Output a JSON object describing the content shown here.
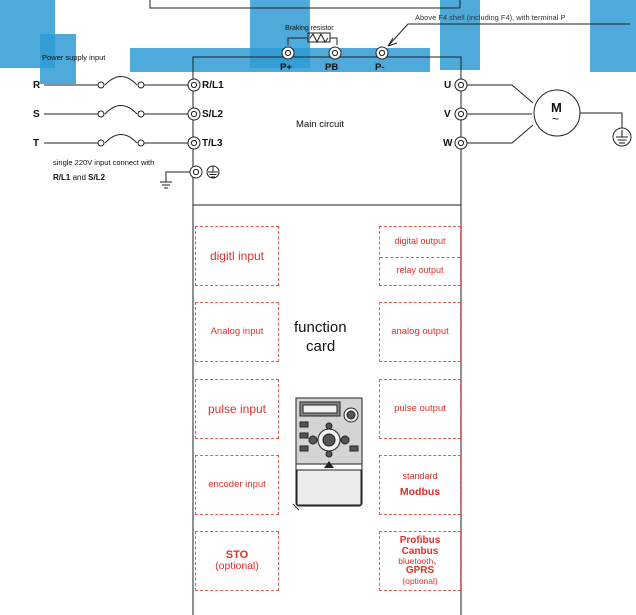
{
  "power_input": {
    "label": "Power supply input",
    "phases": [
      "R",
      "S",
      "T"
    ],
    "terminals": [
      "R/L1",
      "S/L2",
      "T/L3"
    ],
    "note_line1": "single 220V input connect with",
    "note_l1": "R/L1",
    "note_and": " and ",
    "note_l2": "S/L2"
  },
  "braking": {
    "label": "Braking resistor",
    "terminals": [
      "P+",
      "PB",
      "P-"
    ],
    "note": "Above F4 shell (including F4), with terminal P"
  },
  "main_circuit": {
    "label": "Main  circuit"
  },
  "motor": {
    "terminals": [
      "U",
      "V",
      "W"
    ],
    "symbol": "M",
    "tilde": "~"
  },
  "function_card": {
    "line1": "function",
    "line2": "card"
  },
  "left_modules": {
    "digital_input": "digitl  input",
    "analog_input": "Analog input",
    "pulse_input": "pulse  input",
    "encoder_input": "encoder input",
    "sto": "STO",
    "sto_optional": "(optional)"
  },
  "right_modules": {
    "digital_output": "digital  output",
    "relay_output": "relay  output",
    "analog_output": "analog  output",
    "pulse_output": "pulse  output",
    "standard": "standard",
    "modbus": "Modbus",
    "profibus": "Profibus",
    "canbus": "Canbus",
    "bluetooth": "bluetooth、",
    "gprs": "GPRS",
    "optional": "(optional)"
  },
  "colors": {
    "watermark": "#2f9bd3",
    "module_text": "#e0302a",
    "module_border": "#e65a50",
    "line": "#222222"
  }
}
